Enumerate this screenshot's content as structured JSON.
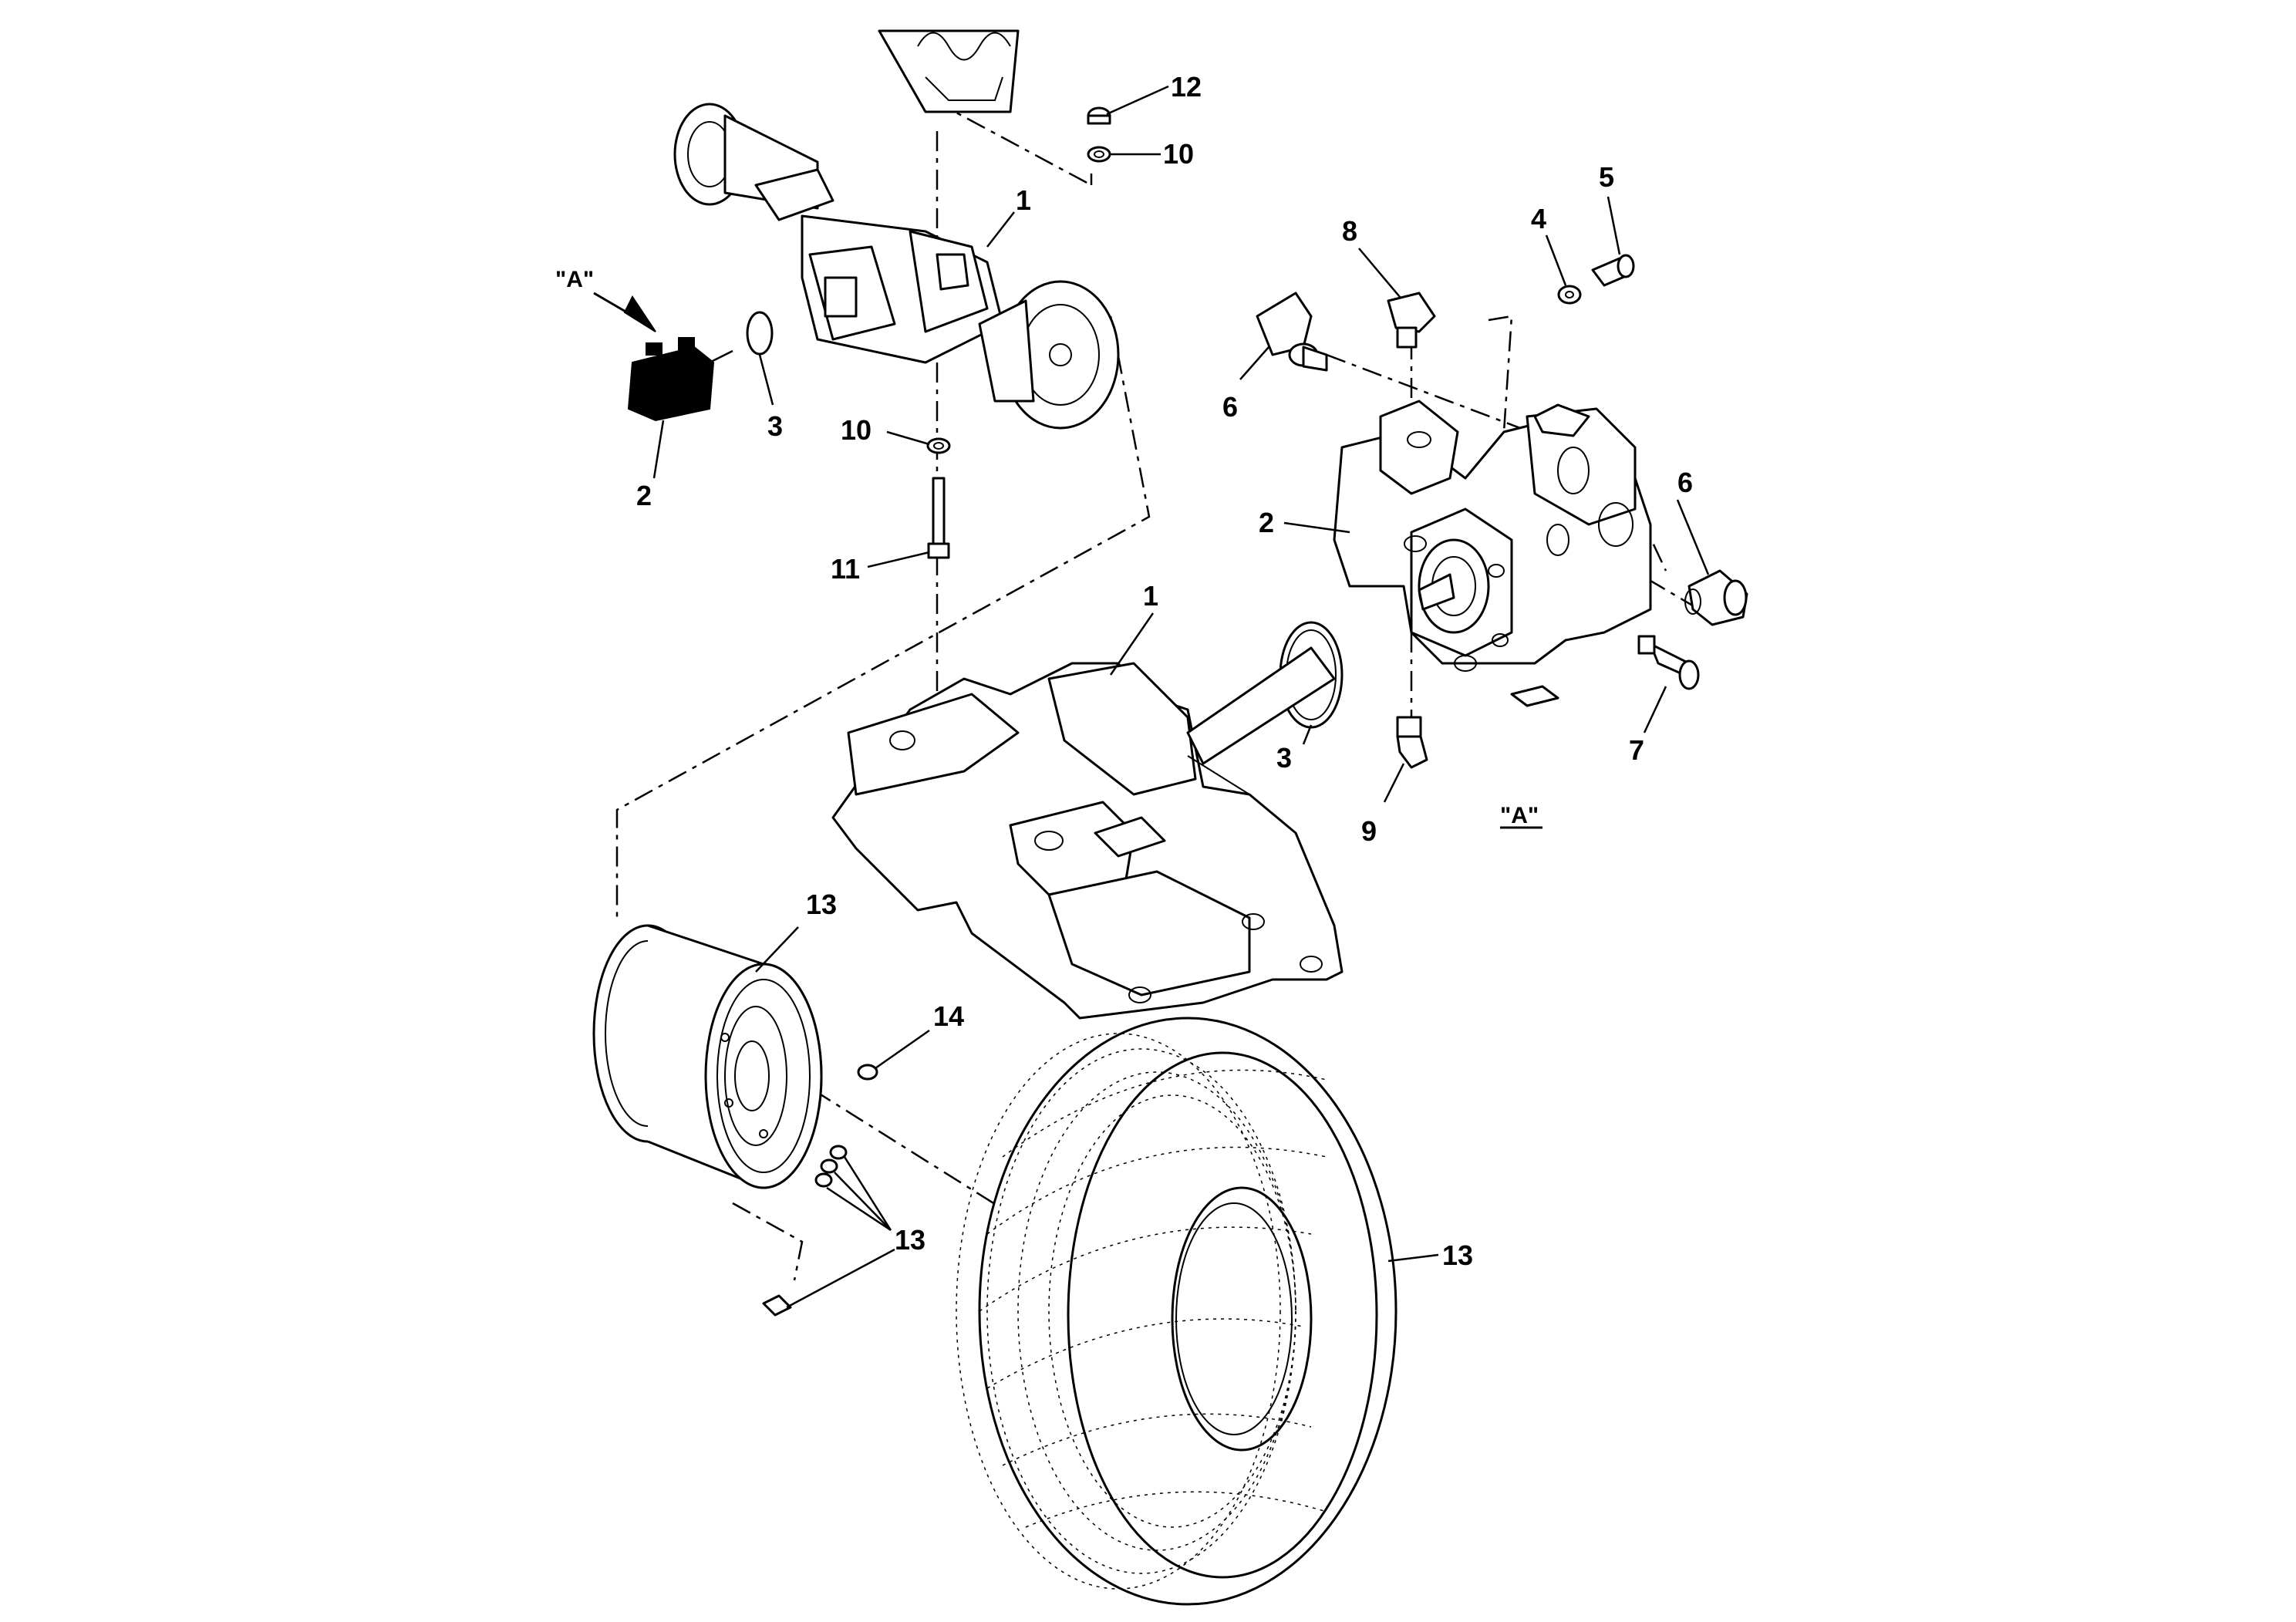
{
  "callouts": {
    "c1_axle": "1",
    "c2_pump_small": "2",
    "c3_oring_small": "3",
    "c10_top": "10",
    "c10_mid": "10",
    "c11": "11",
    "c12": "12",
    "c8": "8",
    "c4": "4",
    "c5": "5",
    "c6_left": "6",
    "c6_right": "6",
    "c2_pump": "2",
    "c1_housing": "1",
    "c3_oring": "3",
    "c9": "9",
    "c7": "7",
    "c13_rim": "13",
    "c14": "14",
    "c13_valve": "13",
    "c13_tire": "13"
  },
  "view_labels": {
    "view_a_arrow": "\"A\"",
    "view_a_detail": "\"A\""
  }
}
